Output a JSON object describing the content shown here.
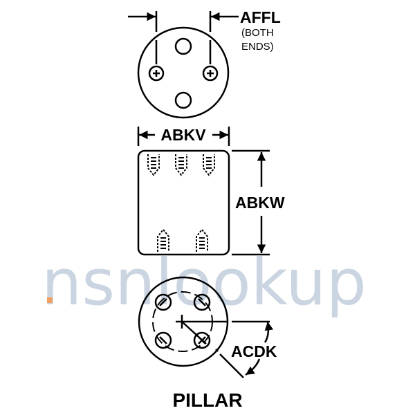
{
  "labels": {
    "affl": "AFFL",
    "affl_note_1": "(BOTH",
    "affl_note_2": "ENDS)",
    "abkv": "ABKV",
    "abkw": "ABKW",
    "acdk": "ACDK",
    "title": "PILLAR"
  },
  "watermark": {
    "text": "nsnlookup",
    "color": "#b9c8d8",
    "dot_color": "#f0a060"
  }
}
